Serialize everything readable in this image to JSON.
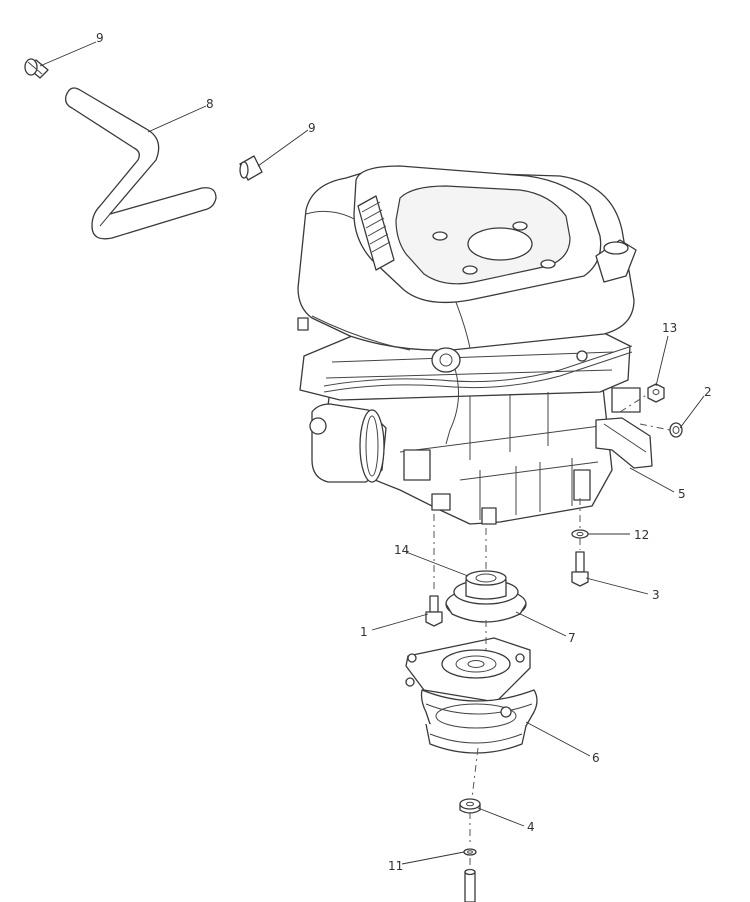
{
  "callouts": {
    "c9a": "9",
    "c8": "8",
    "c9b": "9",
    "c13": "13",
    "c2": "2",
    "c5": "5",
    "c12": "12",
    "c14": "14",
    "c3": "3",
    "c1": "1",
    "c7": "7",
    "c6": "6",
    "c4": "4",
    "c11": "11"
  },
  "colors": {
    "line": "#3a3a3a",
    "background": "#ffffff"
  }
}
